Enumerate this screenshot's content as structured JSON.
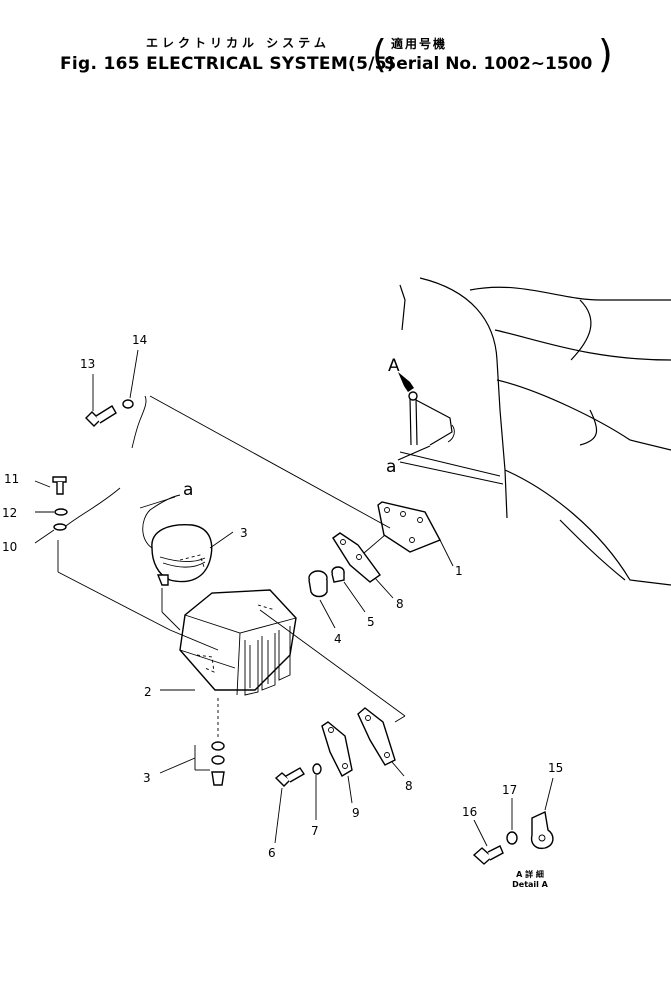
{
  "header": {
    "title_jp": "エレクトリカル システム",
    "title_en": "Fig. 165 ELECTRICAL SYSTEM(5/5)",
    "applicable_jp": "適用号機",
    "serial": "Serial No. 1002~1500"
  },
  "callouts": [
    "1",
    "2",
    "3",
    "3",
    "4",
    "5",
    "6",
    "7",
    "8",
    "8",
    "9",
    "10",
    "11",
    "12",
    "13",
    "14",
    "15",
    "16",
    "17"
  ],
  "markers": {
    "view_a": "A",
    "conn_a_upper": "a",
    "conn_a_lower": "a"
  },
  "detail": {
    "jp": "A 詳 細",
    "en": "Detail A"
  }
}
